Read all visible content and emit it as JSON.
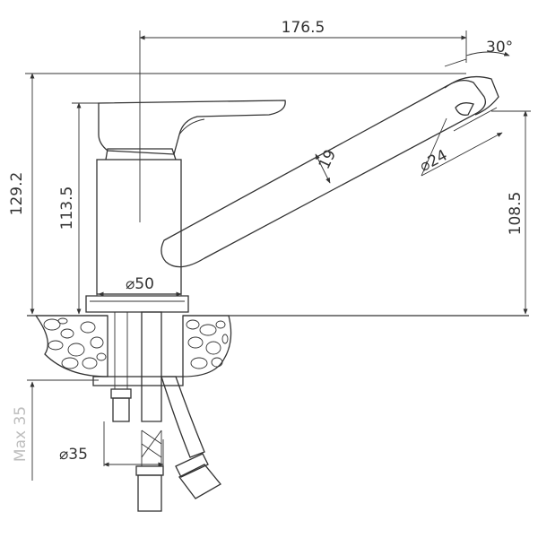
{
  "dimensions": {
    "overall_reach": "176.5",
    "swivel_angle": "30°",
    "total_height": "129.2",
    "body_height": "113.5",
    "spout_height": "108.5",
    "spout_width": "19",
    "aerator_diameter": "⌀24",
    "base_diameter": "⌀50",
    "hole_diameter": "⌀35",
    "max_countertop": "Max 35"
  },
  "colors": {
    "line": "#333333",
    "countertop_fill": "#ffffff"
  }
}
